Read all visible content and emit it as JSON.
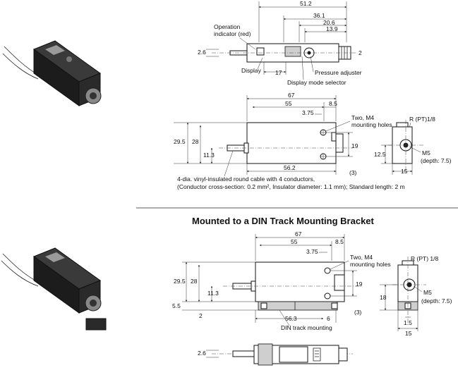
{
  "top": {
    "top_view": {
      "dims": [
        "51.2",
        "36.1",
        "20.6",
        "13.9",
        "2.6",
        "2",
        "17"
      ],
      "labels": {
        "operation_indicator": "Operation indicator (red)",
        "display": "Display",
        "pressure_adjuster": "Pressure adjuster",
        "display_mode_selector": "Display mode selector"
      }
    },
    "front_view": {
      "dims": [
        "67",
        "55",
        "8.5",
        "3.75",
        "29.5",
        "28",
        "11.3",
        "19",
        "56.2",
        "(3)"
      ],
      "mounting_holes": "Two, M4 mounting holes",
      "cable_note_1": "4-dia. vinyl-insulated round cable with 4 conductors,",
      "cable_note_2": "(Conductor cross-section: 0.2 mm², Insulator diameter: 1.1 mm); Standard length: 2 m"
    },
    "side_view": {
      "thread": "R (PT)1/8",
      "m5": "M5",
      "depth": "(depth: 7.5)",
      "dims": [
        "12.5",
        "15"
      ]
    }
  },
  "bracket": {
    "heading": "Mounted to a DIN Track Mounting Bracket",
    "front_view": {
      "dims": [
        "67",
        "55",
        "8.5",
        "3.75",
        "29.5",
        "28",
        "11.3",
        "19",
        "5.5",
        "2",
        "56.3",
        "6",
        "(3)"
      ],
      "mounting_holes": "Two, M4 mounting holes",
      "din_label": "DIN track mounting"
    },
    "side_view": {
      "thread": "R (PT) 1/8",
      "m5": "M5",
      "depth": "(depth: 7.5)",
      "dims": [
        "18",
        "1.5",
        "15"
      ]
    },
    "bottom_view": {
      "dims": [
        "2.6"
      ]
    }
  }
}
